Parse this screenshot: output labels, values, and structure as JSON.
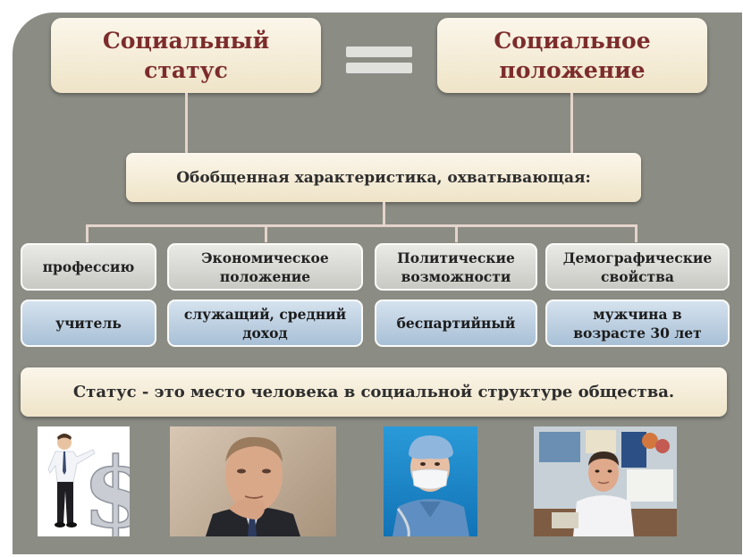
{
  "header": {
    "left_title": "Социальный\nстатус",
    "right_title": "Социальное\nположение"
  },
  "summary": "Обобщенная характеристика, охватывающая:",
  "categories": [
    {
      "label": "профессию",
      "example": "учитель"
    },
    {
      "label": "Экономическое\nположение",
      "example": "служащий, средний\nдоход"
    },
    {
      "label": "Политические\nвозможности",
      "example": "беспартийный"
    },
    {
      "label": "Демографические\nсвойства",
      "example": "мужчина в\nвозрасте 30 лет"
    }
  ],
  "definition": "Статус - это место человека в социальной структуре общества.",
  "dollar_sign": "$",
  "images": [
    {
      "name": "businessman-with-dollar-image",
      "subject": "businessman"
    },
    {
      "name": "politician-portrait-image",
      "subject": "politician"
    },
    {
      "name": "surgeon-image",
      "subject": "doctor"
    },
    {
      "name": "teacher-classroom-image",
      "subject": "teacher"
    }
  ],
  "colors": {
    "panel": "#8b8c84",
    "title_text": "#7c2c2c",
    "gray_box": "#d8d8d4",
    "blue_box": "#bccfe0",
    "connector": "#e4d4cc"
  }
}
